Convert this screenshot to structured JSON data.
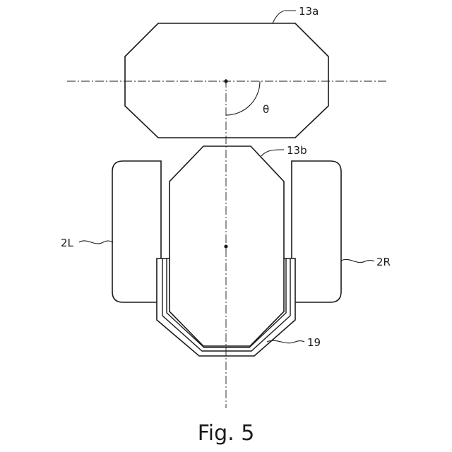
{
  "figure": {
    "caption": "Fig. 5",
    "labels": {
      "upper_part": "13a",
      "lower_part": "13b",
      "left_wheel": "2L",
      "right_wheel": "2R",
      "bracket": "19",
      "angle": "θ"
    }
  }
}
